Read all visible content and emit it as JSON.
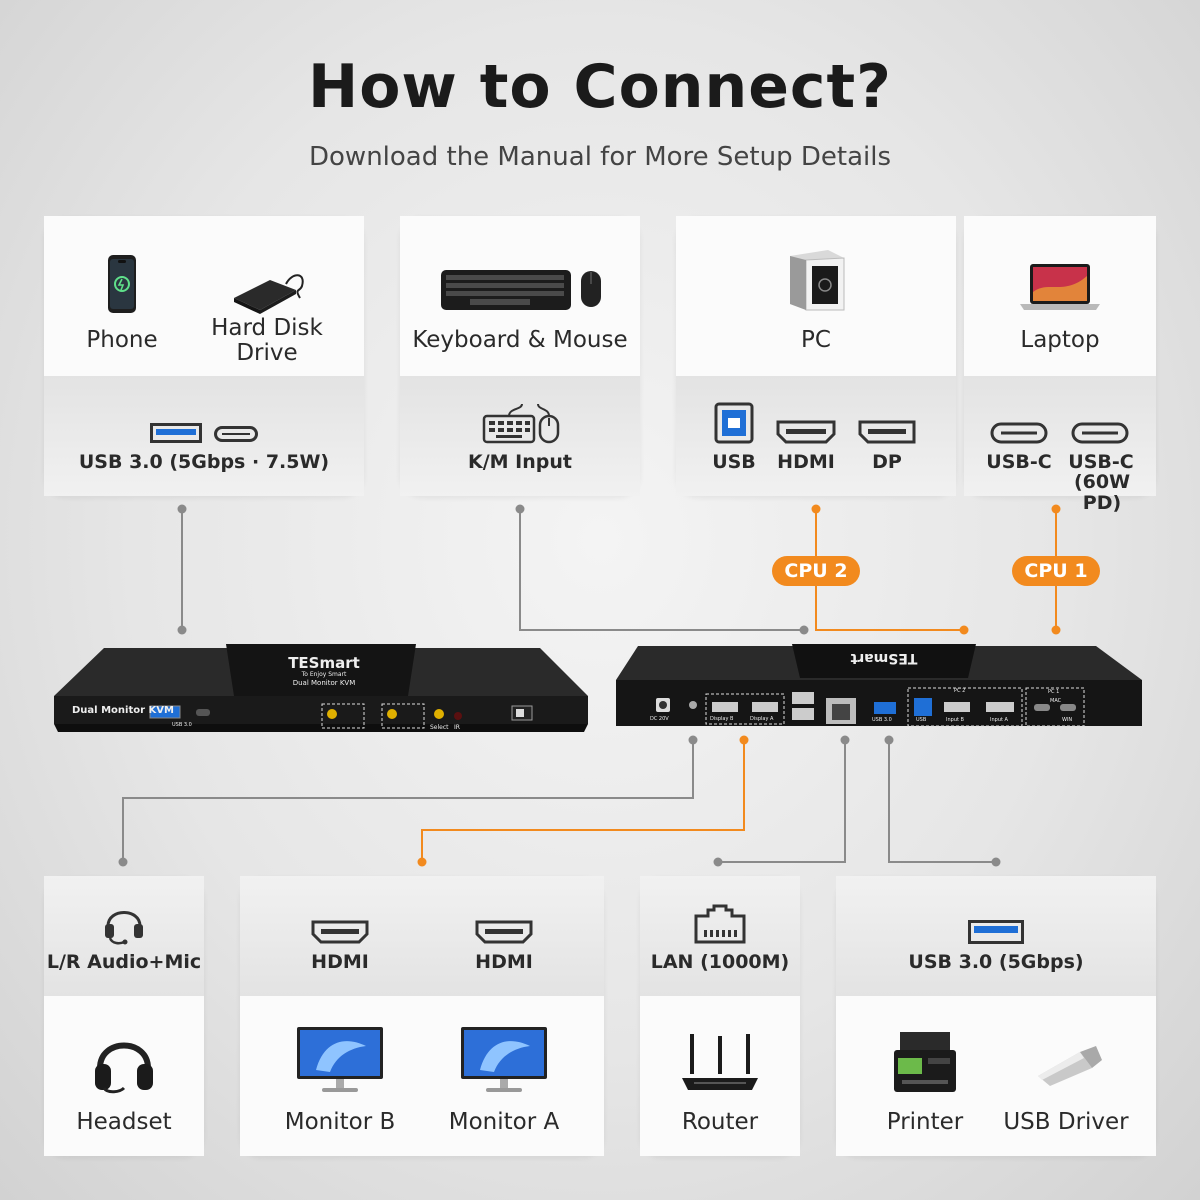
{
  "header": {
    "title": "How to Connect?",
    "subtitle": "Download the Manual for More Setup Details"
  },
  "top_cards": {
    "storage": {
      "device1": "Phone",
      "device2_line1": "Hard Disk",
      "device2_line2": "Drive",
      "port": "USB 3.0 (5Gbps · 7.5W)"
    },
    "input": {
      "device": "Keyboard & Mouse",
      "port": "K/M Input"
    },
    "pc": {
      "device": "PC",
      "port1": "USB",
      "port2": "HDMI",
      "port3": "DP"
    },
    "laptop": {
      "device": "Laptop",
      "port1": "USB-C",
      "port2_line1": "USB-C",
      "port2_line2": "(60W PD)"
    }
  },
  "badges": {
    "cpu2": "CPU 2",
    "cpu1": "CPU 1"
  },
  "kvm": {
    "front_label": "Dual Monitor KVM",
    "brand": "TESmart",
    "tagline": "To Enjoy Smart",
    "model": "Dual Monitor KVM",
    "front_usb": "USB 3.0",
    "select": "Select",
    "ir": "IR",
    "rear_dc": "DC 20V",
    "rear_display_b": "Display B",
    "rear_display_a": "Display A",
    "rear_usb3": "USB 3.0",
    "rear_usb": "USB",
    "rear_input_b": "Input B",
    "rear_input_a": "Input A",
    "rear_pc2": "PC 2",
    "rear_pc1": "PC 1",
    "rear_mac": "MAC",
    "rear_win": "WIN"
  },
  "bottom_cards": {
    "audio": {
      "port": "L/R Audio+Mic",
      "device": "Headset"
    },
    "monitors": {
      "port1": "HDMI",
      "port2": "HDMI",
      "device1": "Monitor B",
      "device2": "Monitor A"
    },
    "lan": {
      "port": "LAN (1000M)",
      "device": "Router"
    },
    "usb": {
      "port": "USB 3.0 (5Gbps)",
      "device1": "Printer",
      "device2": "USB Driver"
    }
  },
  "colors": {
    "accent": "#f28a1e",
    "connector": "#888888",
    "usb_blue": "#1f6fd6"
  }
}
